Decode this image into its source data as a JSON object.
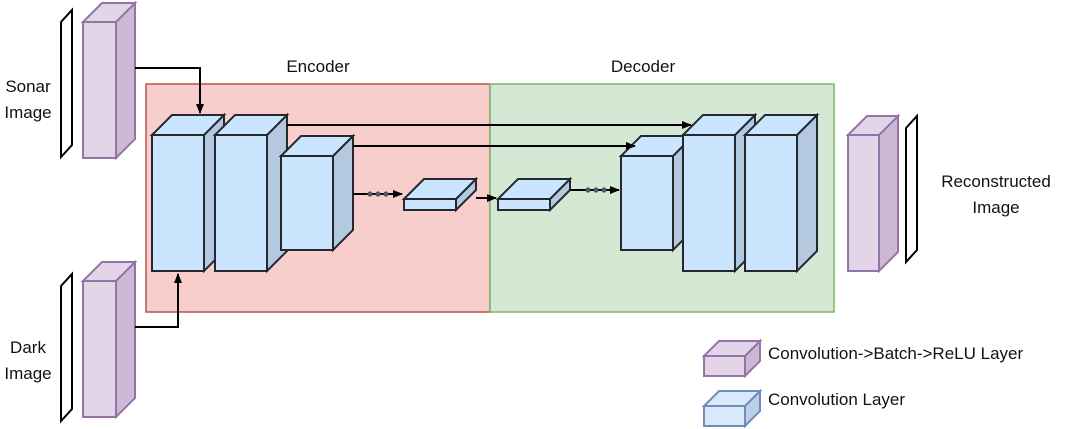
{
  "regions": {
    "encoder": {
      "label": "Encoder",
      "fill": "#f8cecc",
      "stroke": "#b85450"
    },
    "decoder": {
      "label": "Decoder",
      "fill": "#d5e8d4",
      "stroke": "#82b366"
    }
  },
  "inputs": {
    "sonar": {
      "line1": "Sonar",
      "line2": "Image"
    },
    "dark": {
      "line1": "Dark",
      "line2": "Image"
    }
  },
  "output": {
    "line1": "Reconstructed",
    "line2": "Image"
  },
  "legend": {
    "items": [
      {
        "label": "Convolution->Batch->ReLU Layer",
        "front": "#e1d5e7",
        "side": "#cbb9d5",
        "stroke": "#9673a6"
      },
      {
        "label": "Convolution Layer",
        "front": "#dae8fc",
        "side": "#bccfe6",
        "stroke": "#6c8ebf"
      }
    ]
  },
  "colors": {
    "conv_front": "#cce5ff",
    "conv_side": "#b4c9e0",
    "conv_stroke": "#23292f",
    "cbr_front": "#e1d5e7",
    "cbr_side": "#cbb9d5",
    "cbr_stroke": "#9673a6",
    "arrow": "#000000",
    "dots": "#4a5a6a"
  }
}
